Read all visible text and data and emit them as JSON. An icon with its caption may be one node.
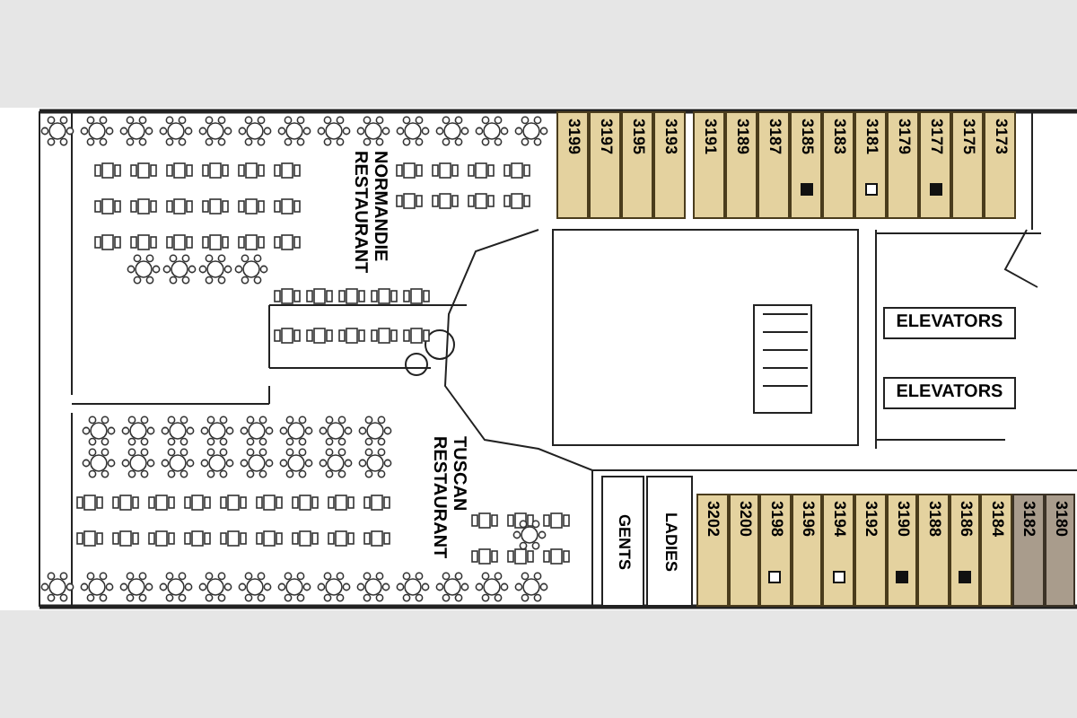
{
  "diagram": {
    "nodes": [
      {
        "text": [
          "NORMANDIE RESTAURANT"
        ]
      },
      {
        "text": [
          "3199"
        ]
      },
      {
        "text": [
          "3197"
        ]
      },
      {
        "text": [
          "3195"
        ]
      },
      {
        "text": [
          "3193"
        ]
      },
      {
        "text": [
          "3191"
        ]
      },
      {
        "text": [
          "3189"
        ]
      },
      {
        "text": [
          "3187"
        ]
      },
      {
        "text": [
          "3185"
        ]
      },
      {
        "text": [
          "3183"
        ]
      },
      {
        "text": [
          "3181"
        ]
      },
      {
        "text": [
          "3179"
        ]
      },
      {
        "text": [
          "3177"
        ]
      },
      {
        "text": [
          "3175"
        ]
      },
      {
        "text": [
          "3173"
        ]
      },
      {
        "text": [
          "ELEVATORS"
        ]
      },
      {
        "text": [
          "ELEVATORS"
        ]
      },
      {
        "text": [
          "TUSCAN RESTAURANT"
        ]
      },
      {
        "text": [
          "GENTS"
        ]
      },
      {
        "text": [
          "LADIES"
        ]
      },
      {
        "text": [
          "3202"
        ]
      },
      {
        "text": [
          "3200"
        ]
      },
      {
        "text": [
          "3198"
        ]
      },
      {
        "text": [
          "3196"
        ]
      },
      {
        "text": [
          "3194"
        ]
      },
      {
        "text": [
          "3192"
        ]
      },
      {
        "text": [
          "3190"
        ]
      },
      {
        "text": [
          "3188"
        ]
      },
      {
        "text": [
          "3186"
        ]
      },
      {
        "text": [
          "3184"
        ]
      },
      {
        "text": [
          "3182"
        ]
      },
      {
        "text": [
          "3180"
        ]
      }
    ]
  }
}
